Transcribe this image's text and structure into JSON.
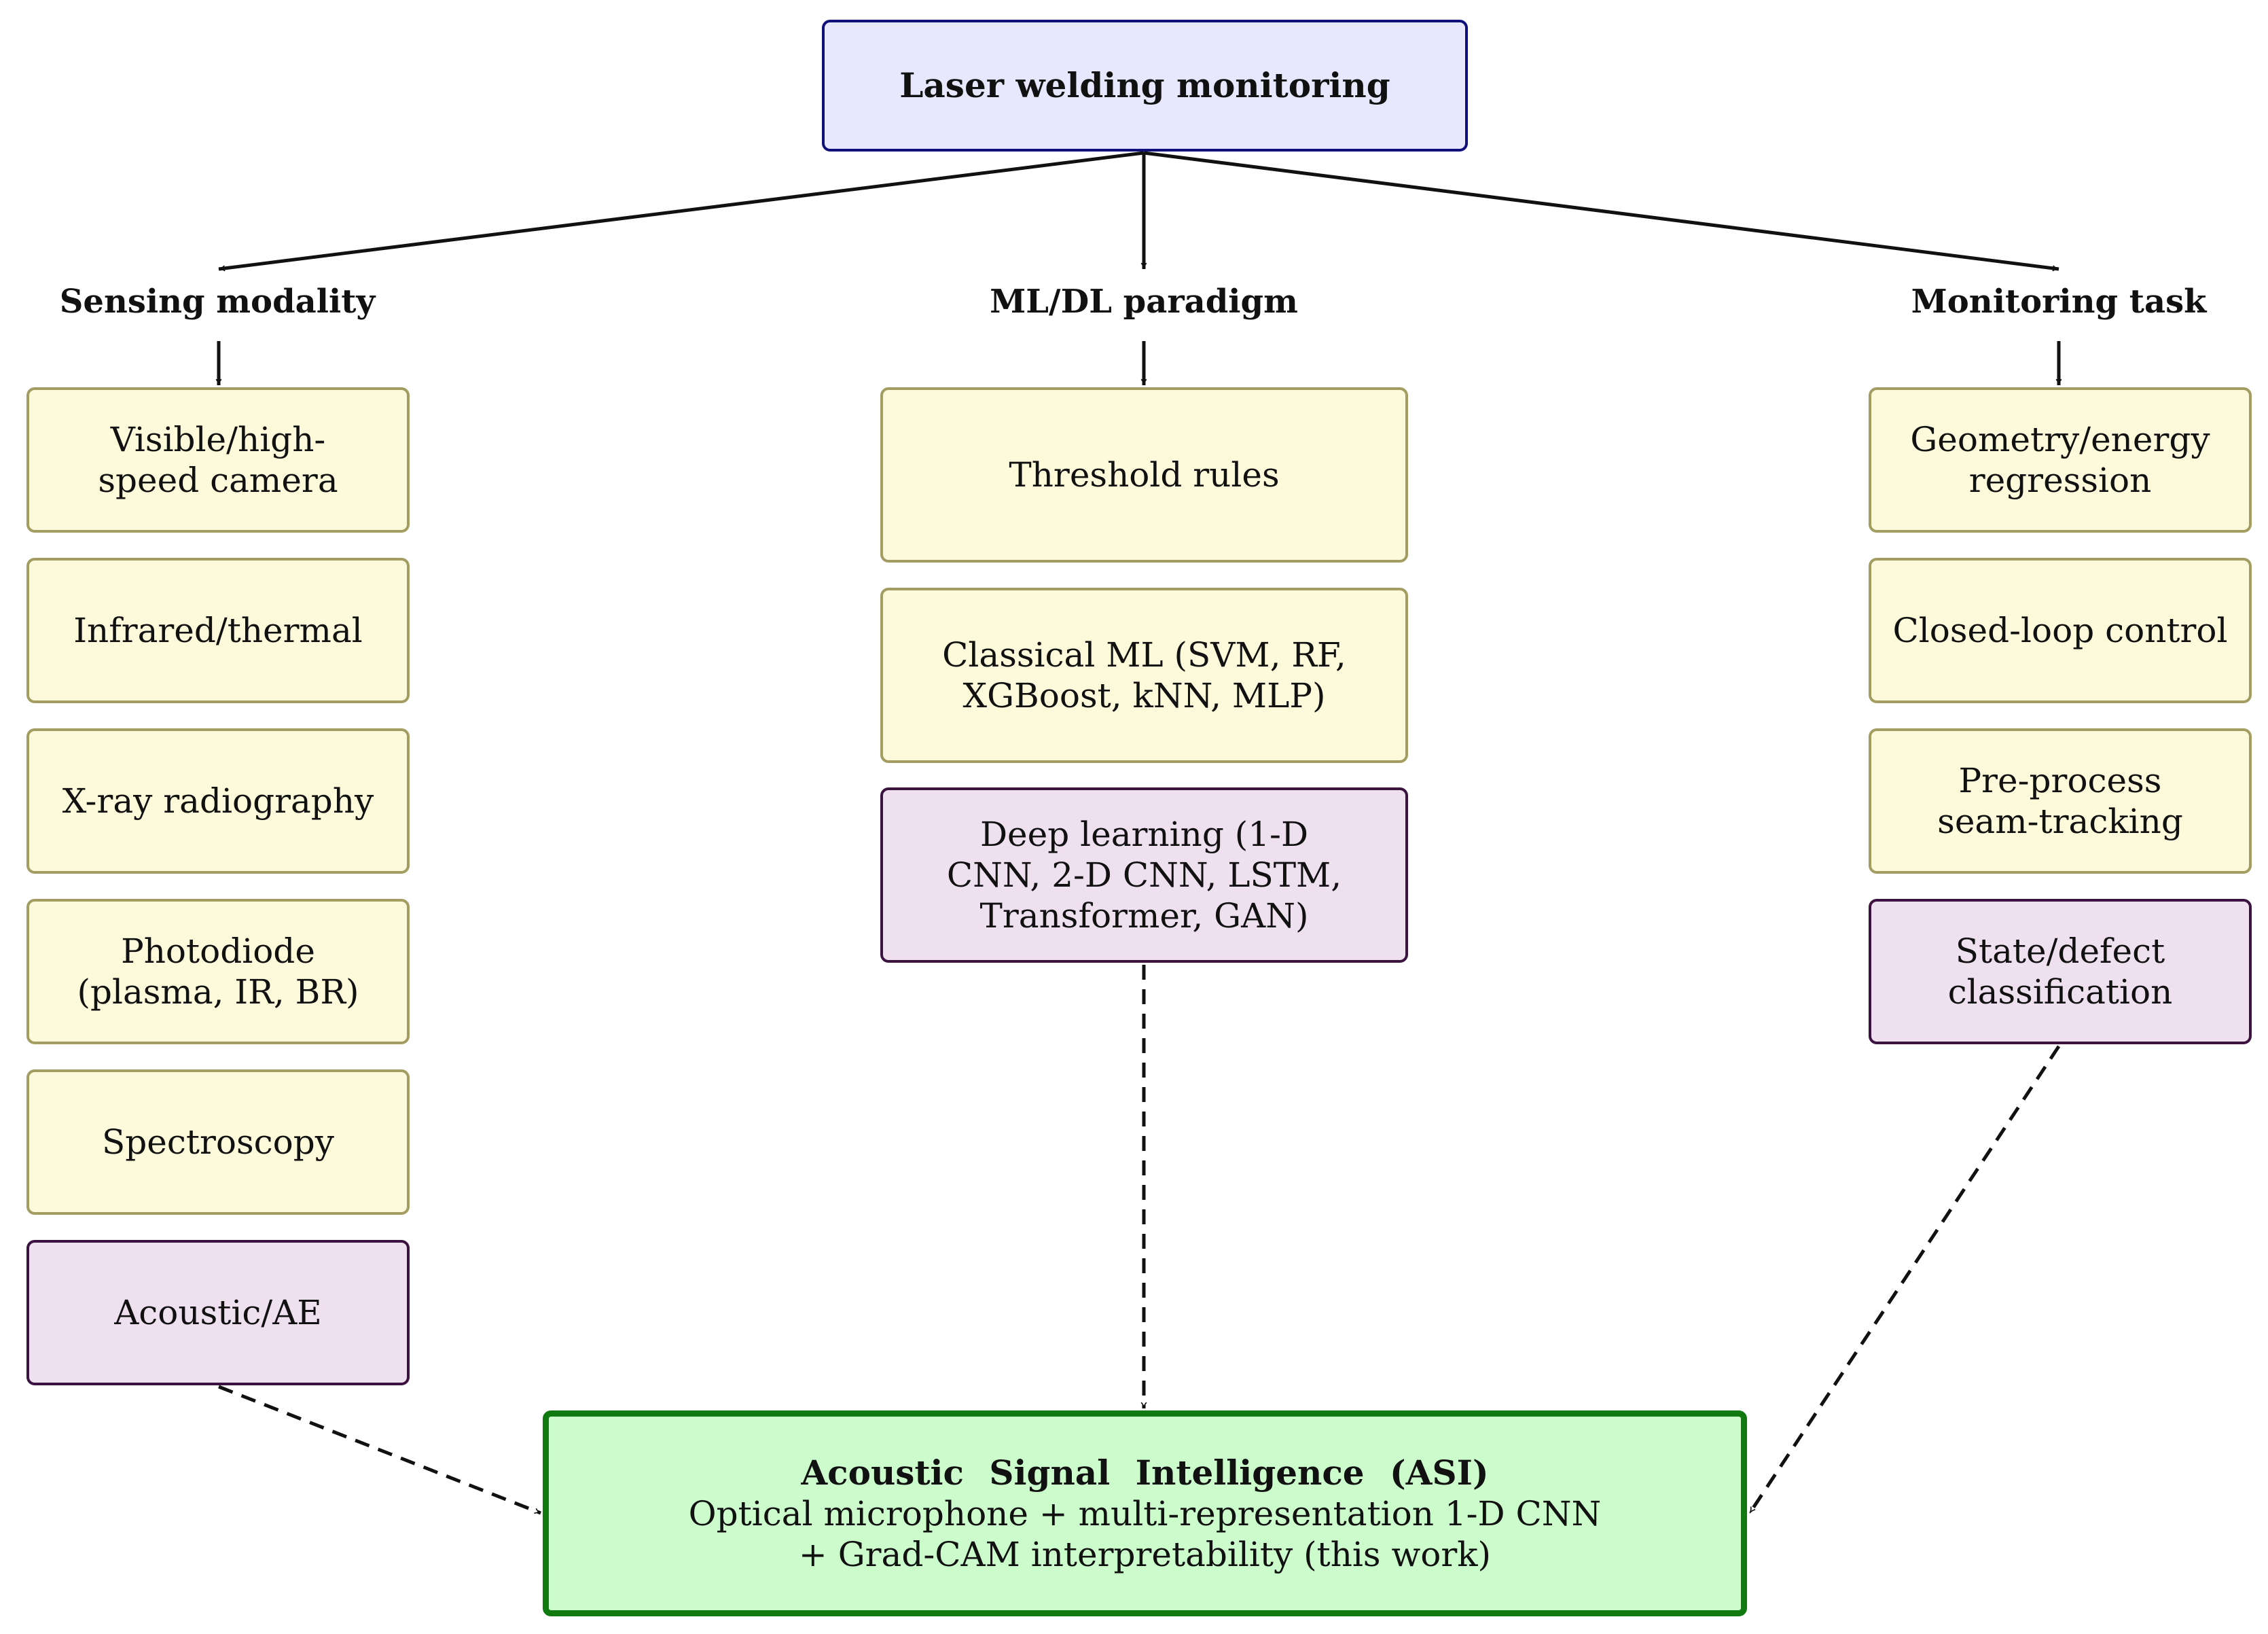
{
  "root": {
    "label": "Laser welding monitoring"
  },
  "columns": [
    {
      "header": "Sensing modality",
      "items": [
        {
          "label": "Visible/high-\nspeed camera",
          "style": "yellow"
        },
        {
          "label": "Infrared/thermal",
          "style": "yellow"
        },
        {
          "label": "X-ray radiography",
          "style": "yellow"
        },
        {
          "label": "Photodiode\n(plasma, IR, BR)",
          "style": "yellow"
        },
        {
          "label": "Spectroscopy",
          "style": "yellow"
        },
        {
          "label": "Acoustic/AE",
          "style": "purple"
        }
      ]
    },
    {
      "header": "ML/DL paradigm",
      "items": [
        {
          "label": "Threshold rules",
          "style": "yellow"
        },
        {
          "label": "Classical ML (SVM, RF,\nXGBoost, kNN, MLP)",
          "style": "yellow"
        },
        {
          "label": "Deep learning (1-D\nCNN, 2-D CNN, LSTM,\nTransformer, GAN)",
          "style": "purple"
        }
      ]
    },
    {
      "header": "Monitoring task",
      "items": [
        {
          "label": "Geometry/energy\nregression",
          "style": "yellow"
        },
        {
          "label": "Closed-loop control",
          "style": "yellow"
        },
        {
          "label": "Pre-process\nseam-tracking",
          "style": "yellow"
        },
        {
          "label": "State/defect\nclassification",
          "style": "purple"
        }
      ]
    }
  ],
  "result": {
    "title": "Acoustic Signal Intelligence (ASI)",
    "line2": "Optical microphone + multi-representation 1-D CNN",
    "line3": "+ Grad-CAM interpretability (this work)"
  },
  "colors": {
    "root_fill": "#e7e8fd",
    "root_border": "#10107a",
    "yellow_fill": "#fcfadb",
    "yellow_border": "#a39d62",
    "purple_fill": "#efe0ef",
    "purple_border": "#3c1340",
    "result_fill": "#ccfccc",
    "result_border": "#107a10"
  }
}
